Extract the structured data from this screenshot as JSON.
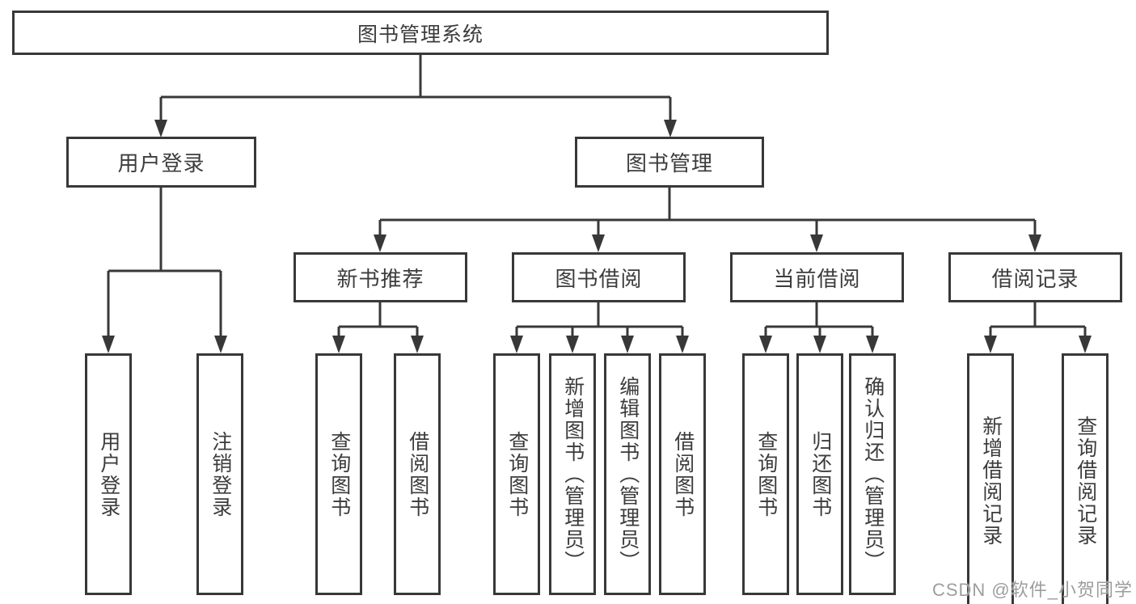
{
  "diagram": {
    "root": {
      "label": "图书管理系统"
    },
    "branches": [
      {
        "label": "用户登录",
        "children": [
          {
            "label": "用户登录"
          },
          {
            "label": "注销登录"
          }
        ]
      },
      {
        "label": "图书管理",
        "children": [
          {
            "label": "新书推荐",
            "children": [
              {
                "label": "查询图书"
              },
              {
                "label": "借阅图书"
              }
            ]
          },
          {
            "label": "图书借阅",
            "children": [
              {
                "label": "查询图书"
              },
              {
                "label": "新增图书（管理员）"
              },
              {
                "label": "编辑图书（管理员）"
              },
              {
                "label": "借阅图书"
              }
            ]
          },
          {
            "label": "当前借阅",
            "children": [
              {
                "label": "查询图书"
              },
              {
                "label": "归还图书"
              },
              {
                "label": "确认归还（管理员）"
              }
            ]
          },
          {
            "label": "借阅记录",
            "children": [
              {
                "label": "新增借阅记录"
              },
              {
                "label": "查询借阅记录"
              }
            ]
          }
        ]
      }
    ]
  },
  "watermark": {
    "text": "CSDN @软件_小贺同学"
  },
  "colors": {
    "line": "#383838",
    "text": "#3c3c3c",
    "watermark": "#9d9da1",
    "background": "#ffffff"
  }
}
